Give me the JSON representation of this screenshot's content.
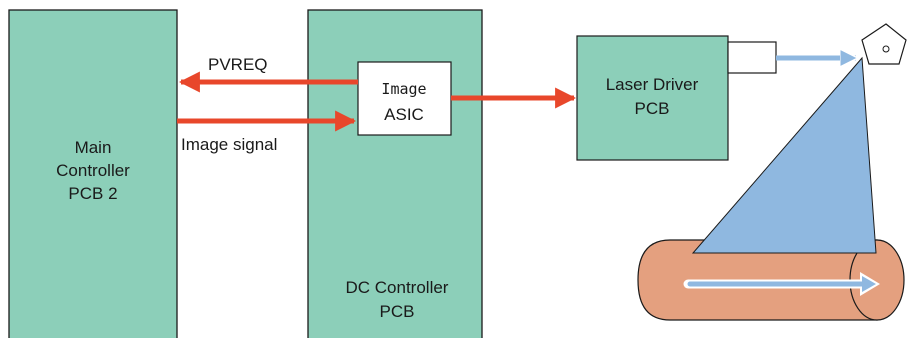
{
  "colors": {
    "board_fill": "#8ccfb9",
    "asic_fill": "#ffffff",
    "signal_arrow": "#e8472b",
    "laser_beam": "#8fb8e0",
    "drum_fill": "#e4a07f",
    "outline": "#1a1a1a"
  },
  "blocks": {
    "main_controller": [
      "Main",
      "Controller",
      "PCB 2"
    ],
    "dc_controller": [
      "DC Controller",
      "PCB"
    ],
    "image_asic": [
      "Image",
      "ASIC"
    ],
    "laser_driver": [
      "Laser Driver",
      "PCB"
    ]
  },
  "signals": {
    "pvreq": "PVREQ",
    "image_signal": "Image signal"
  },
  "icons": [
    "polygon-mirror-icon",
    "laser-diode-icon",
    "photosensitive-drum-icon"
  ]
}
